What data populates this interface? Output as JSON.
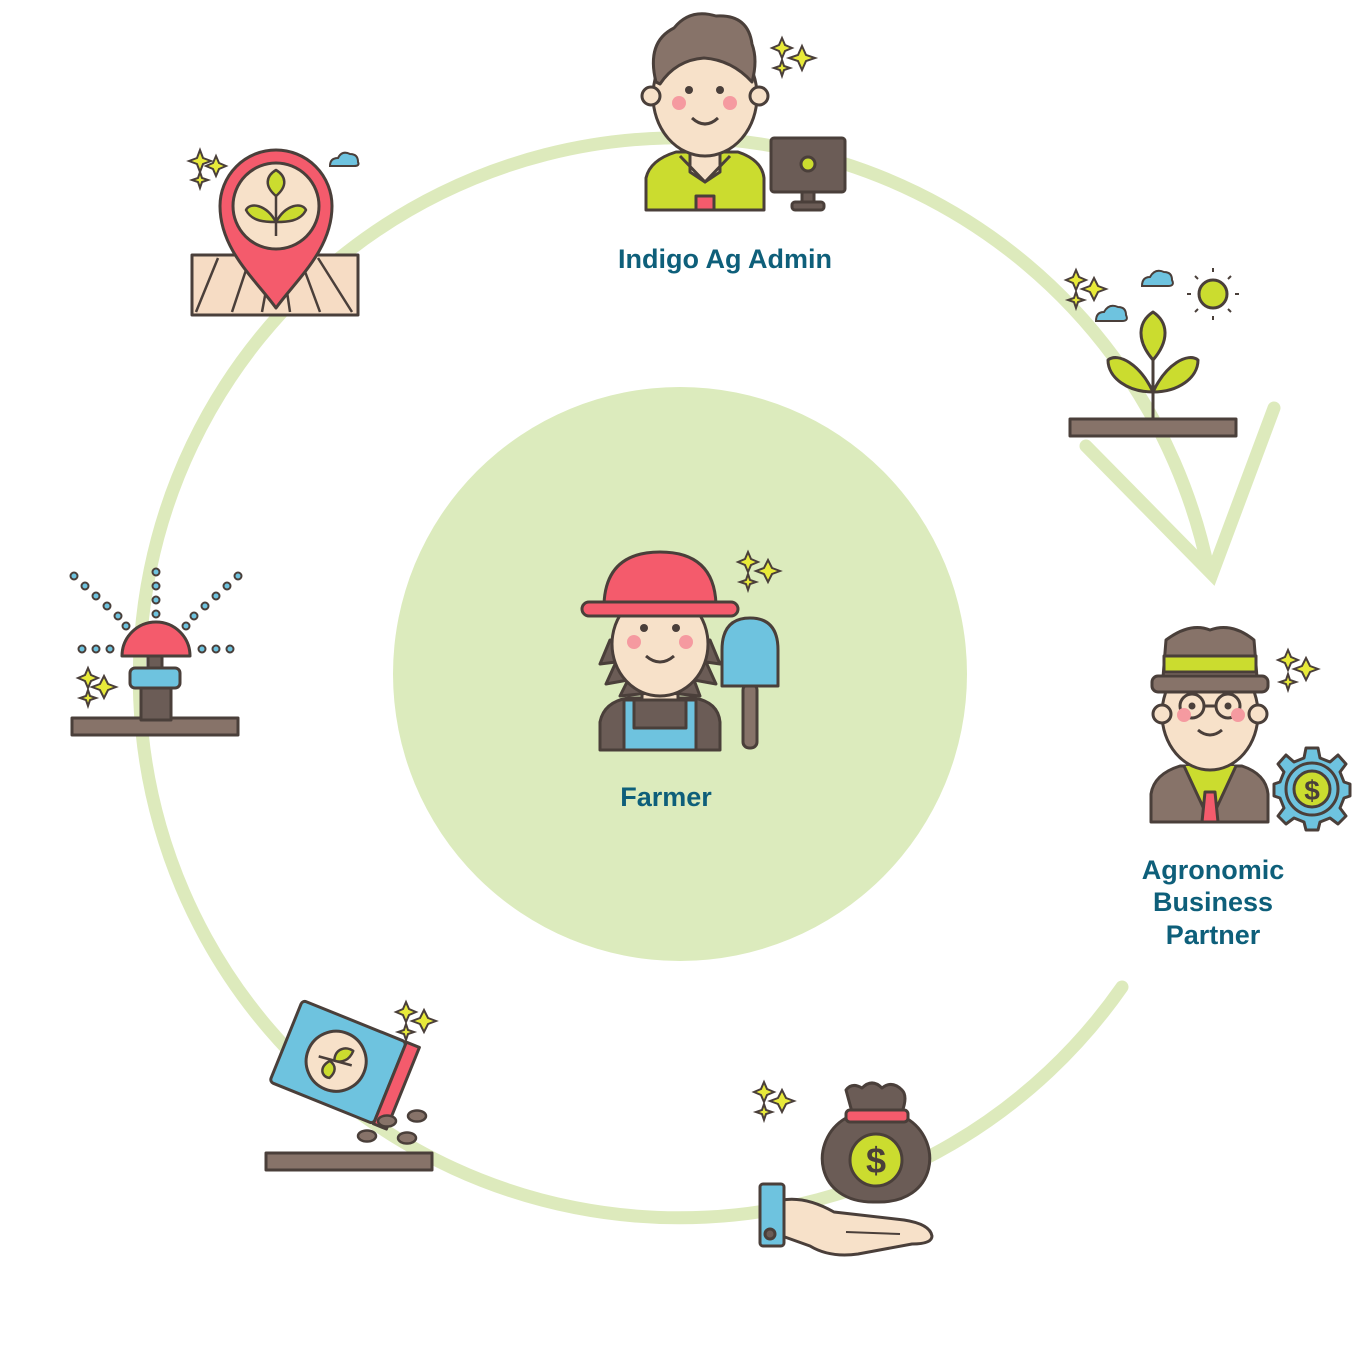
{
  "roles": {
    "admin": "Indigo Ag Admin",
    "farmer": "Farmer",
    "partner": [
      "Agronomic",
      "Business",
      "Partner"
    ]
  },
  "colors": {
    "cycle_arc": "#ddeabc",
    "center_disc": "#dcebbd",
    "label_text": "#0e5f7a",
    "accent_red": "#f45b6c",
    "accent_lime": "#cbdc2f",
    "accent_blue": "#6ec3df",
    "outline_brown": "#4a3f3a"
  },
  "icons": [
    "map-pin-field-icon",
    "admin-avatar-icon",
    "computer-monitor-icon",
    "sprouting-plant-icon",
    "partner-avatar-icon",
    "dollar-gear-icon",
    "money-bag-hand-icon",
    "seed-packet-icon",
    "sprinkler-icon",
    "farmer-avatar-icon",
    "shovel-icon"
  ]
}
